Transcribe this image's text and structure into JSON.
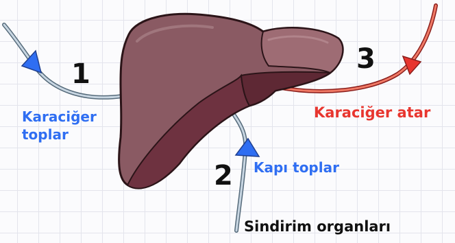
{
  "numbers": {
    "n1": "1",
    "n2": "2",
    "n3": "3"
  },
  "labels": {
    "karaciger_toplar_line1": "Karaciğer",
    "karaciger_toplar_line2": "toplar",
    "kapi_toplar": "Kapı toplar",
    "karaciger_atar": "Karaciğer atar",
    "sindirim_organlari": "Sindirim organları"
  },
  "colors": {
    "vein_blue": "#2f6ef2",
    "artery_red": "#e8362f",
    "liver": "#8a5a63",
    "liver_dark": "#6e3240"
  }
}
